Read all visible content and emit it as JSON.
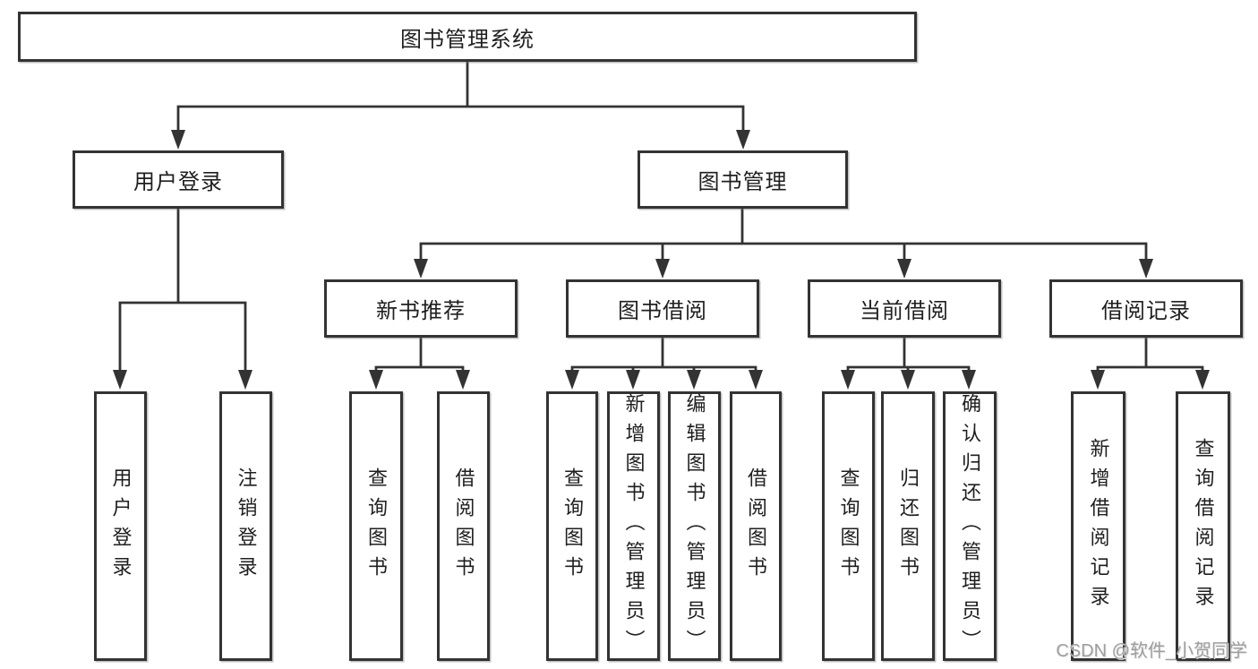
{
  "tree": {
    "label": "图书管理系统",
    "children": [
      {
        "label": "用户登录",
        "children": [
          {
            "label": "用户登录"
          },
          {
            "label": "注销登录"
          }
        ]
      },
      {
        "label": "图书管理",
        "children": [
          {
            "label": "新书推荐",
            "children": [
              {
                "label": "查询图书"
              },
              {
                "label": "借阅图书"
              }
            ]
          },
          {
            "label": "图书借阅",
            "children": [
              {
                "label": "查询图书"
              },
              {
                "label": "新增图书（管理员）"
              },
              {
                "label": "编辑图书（管理员）"
              },
              {
                "label": "借阅图书"
              }
            ]
          },
          {
            "label": "当前借阅",
            "children": [
              {
                "label": "查询图书"
              },
              {
                "label": "归还图书"
              },
              {
                "label": "确认归还（管理员）"
              }
            ]
          },
          {
            "label": "借阅记录",
            "children": [
              {
                "label": "新增借阅记录"
              },
              {
                "label": "查询借阅记录"
              }
            ]
          }
        ]
      }
    ]
  },
  "watermark": {
    "text": "CSDN @软件_小贺同学"
  },
  "colors": {
    "line": "#333333",
    "box_border": "#333333",
    "box_fill": "#ffffff",
    "text": "#1f1f1f",
    "watermark": "#9e9e9e"
  }
}
